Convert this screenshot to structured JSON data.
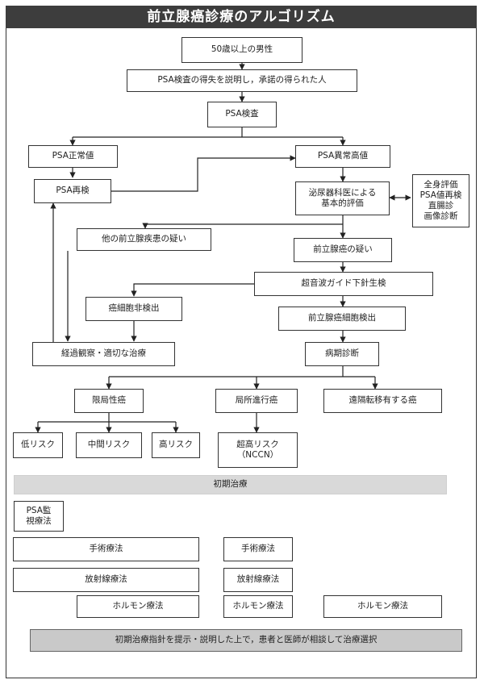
{
  "title": "前立腺癌診療のアルゴリズム",
  "nodes": {
    "men50": "50歳以上の男性",
    "consent": "PSA検査の得失を説明し，承諾の得られた人",
    "psa_test": "PSA検査",
    "psa_normal": "PSA正常値",
    "psa_abnormal": "PSA異常高値",
    "psa_retest": "PSA再検",
    "urology_eval": "泌尿器科医による\n基本的評価",
    "workup": "全身評価\nPSA値再検\n直腸診\n画像診断",
    "other_prostate": "他の前立腺疾患の疑い",
    "suspect_cancer": "前立腺癌の疑い",
    "biopsy": "超音波ガイド下針生検",
    "no_cancer_cells": "癌細胞非検出",
    "cancer_detected": "前立腺癌細胞検出",
    "watchful": "経過観察・適切な治療",
    "staging": "病期診断",
    "localized": "限局性癌",
    "locally_advanced": "局所進行癌",
    "metastatic": "遠隔転移有する癌",
    "low_risk": "低リスク",
    "mid_risk": "中間リスク",
    "high_risk": "高リスク",
    "very_high_risk": "超高リスク\n（NCCN）",
    "initial_treatment": "初期治療",
    "psa_surveillance": "PSA監\n視療法",
    "surgery_1": "手術療法",
    "surgery_2": "手術療法",
    "radiation_1": "放射線療法",
    "radiation_2": "放射線療法",
    "hormone_1": "ホルモン療法",
    "hormone_2": "ホルモン療法",
    "hormone_3": "ホルモン療法",
    "decision": "初期治療指針を提示・説明した上で，患者と医師が相談して治療選択"
  }
}
